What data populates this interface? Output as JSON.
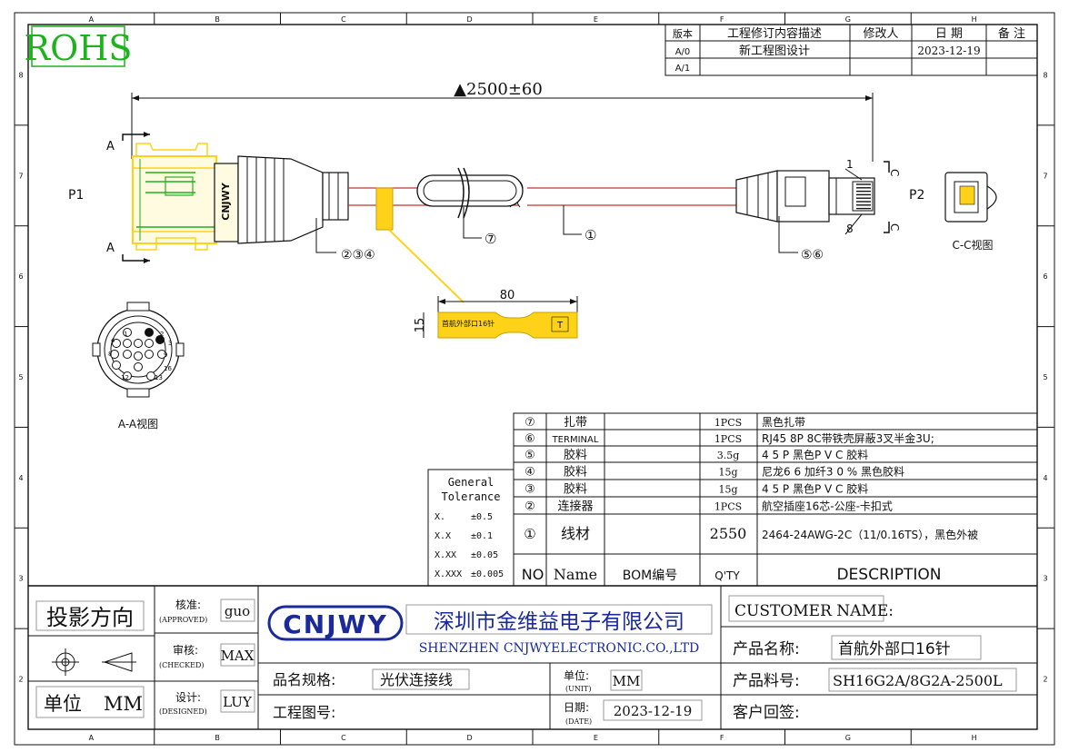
{
  "rohs": "ROHS",
  "border": {
    "cols": [
      "A",
      "B",
      "C",
      "D",
      "E",
      "F",
      "G",
      "H"
    ],
    "rows": [
      "8",
      "7",
      "6",
      "5",
      "4",
      "3",
      "2"
    ]
  },
  "revision": {
    "headers": [
      "版本",
      "工程修订内容描述",
      "修改人",
      "日 期",
      "备 注"
    ],
    "rows": [
      {
        "ver": "A/0",
        "desc": "新工程图设计",
        "by": "",
        "date": "2023-12-19",
        "note": ""
      },
      {
        "ver": "A/1",
        "desc": "",
        "by": "",
        "date": "",
        "note": ""
      }
    ]
  },
  "drawing": {
    "length": "▲2500±60",
    "p1": "P1",
    "p2": "P2",
    "sectionA": "A",
    "sectionC": "C",
    "callout_234": "②③④",
    "callout_7": "⑦",
    "callout_1": "①",
    "callout_56": "⑤⑥",
    "pin1": "1",
    "pin8": "8",
    "connector_brand": "CNJWY",
    "label_width": "80",
    "label_height": "15",
    "label_text": "首航外部口16针",
    "label_t": "T",
    "view_aa": "A-A视图",
    "view_cc": "C-C视图",
    "pins": [
      "1",
      "2",
      "3",
      "4",
      "8",
      "9",
      "12",
      "13",
      "16"
    ]
  },
  "tolerance": {
    "title1": "General",
    "title2": "Tolerance",
    "rows": [
      {
        "k": "X.",
        "v": "±0.5"
      },
      {
        "k": "X.X",
        "v": "±0.1"
      },
      {
        "k": "X.XX",
        "v": "±0.05"
      },
      {
        "k": "X.XXX",
        "v": "±0.005"
      }
    ]
  },
  "bom": {
    "rows": [
      {
        "no": "⑦",
        "name": "扎带",
        "code": "",
        "qty": "1PCS",
        "desc": "黑色扎带"
      },
      {
        "no": "⑥",
        "name": "TERMINAL",
        "code": "",
        "qty": "1PCS",
        "desc": "RJ45 8P 8C带铁壳屏蔽3叉半金3U;"
      },
      {
        "no": "⑤",
        "name": "胶料",
        "code": "",
        "qty": "3.5g",
        "desc": "4 5 P 黑色P V C 胶料"
      },
      {
        "no": "④",
        "name": "胶料",
        "code": "",
        "qty": "15g",
        "desc": "尼龙6 6 加纤3 0 % 黑色胶料"
      },
      {
        "no": "③",
        "name": "胶料",
        "code": "",
        "qty": "15g",
        "desc": "4 5 P 黑色P V C 胶料"
      },
      {
        "no": "②",
        "name": "连接器",
        "code": "",
        "qty": "1PCS",
        "desc": "航空插座16芯-公座-卡扣式"
      },
      {
        "no": "①",
        "name": "线材",
        "code": "",
        "qty": "2550",
        "desc": "2464-24AWG-2C（11/0.16TS），黑色外被"
      }
    ],
    "header": {
      "no": "NO",
      "name": "Name",
      "code": "BOM编号",
      "qty": "Q'TY",
      "desc": "DESCRIPTION"
    }
  },
  "title_block": {
    "projection": "投影方向",
    "unit_label": "单位",
    "unit_value": "MM",
    "approved_cn": "核准:",
    "approved_en": "(APPROVED)",
    "approved_by": "guo",
    "checked_cn": "审核:",
    "checked_en": "(CHECKED)",
    "checked_by": "MAX",
    "designed_cn": "设计:",
    "designed_en": "(DESIGNED)",
    "designed_by": "LUY",
    "logo": "CNJWY",
    "company_cn": "深圳市金维益电子有限公司",
    "company_en": "SHENZHEN CNJWYELECTRONIC.CO.,LTD",
    "spec_label": "品名规格:",
    "spec_value": "光伏连接线",
    "drawing_no_label": "工程图号:",
    "drawing_no_value": "",
    "unit2_cn": "单位:",
    "unit2_en": "(UNIT)",
    "unit2_value": "MM",
    "date_cn": "日期:",
    "date_en": "(DATE)",
    "date_value": "2023-12-19",
    "customer_label": "CUSTOMER NAME:",
    "customer_value": "",
    "product_name_label": "产品名称:",
    "product_name_value": "首航外部口16针",
    "product_no_label": "产品料号:",
    "product_no_value": "SH16G2A/8G2A-2500L",
    "sign_label": "客户回签:",
    "sign_value": ""
  },
  "colors": {
    "cable": "#c0392b",
    "green": "#1db31d",
    "yellow": "#ffd21a",
    "hatch": "#999999"
  }
}
